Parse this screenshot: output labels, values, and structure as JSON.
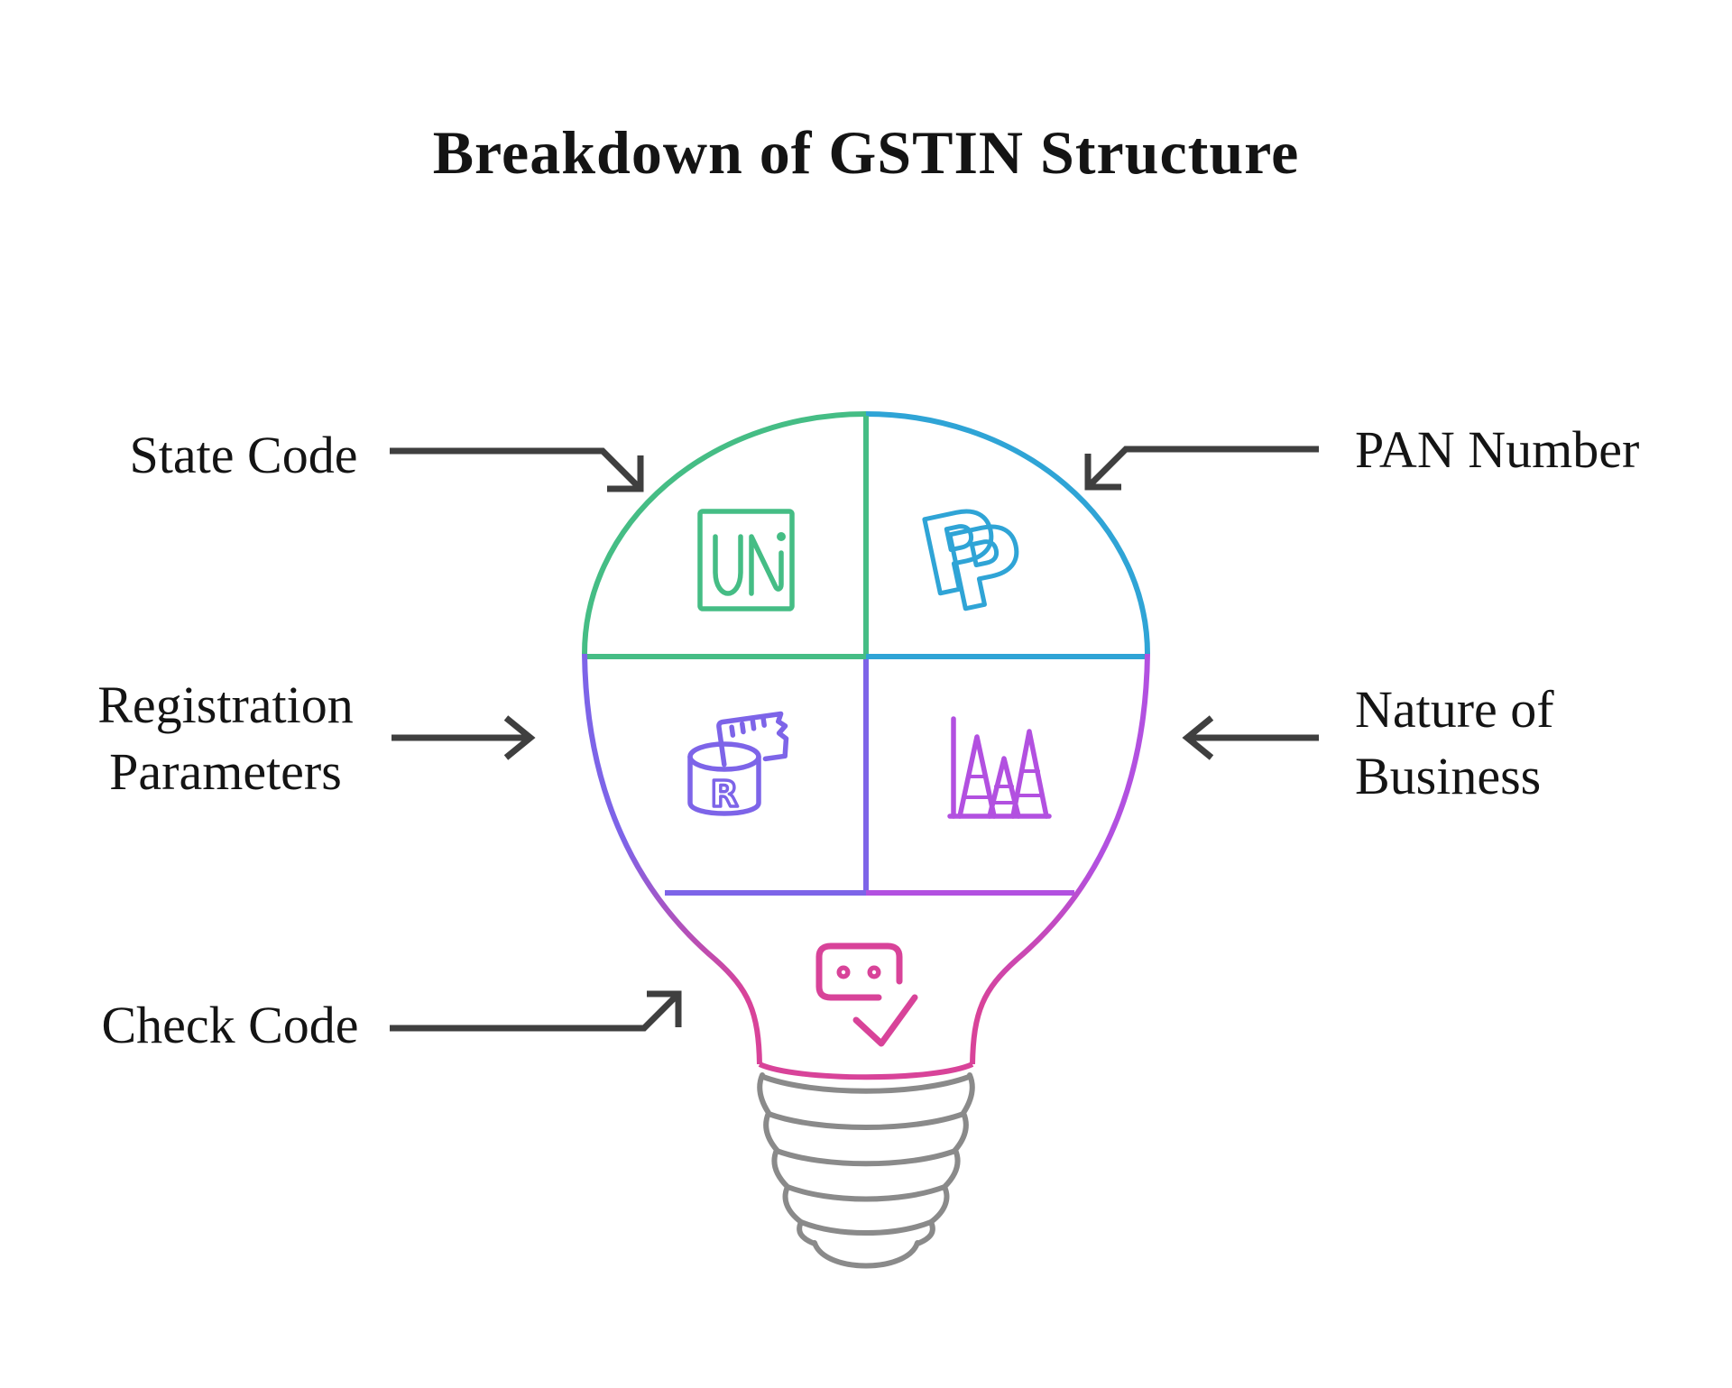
{
  "title": "Breakdown of GSTIN Structure",
  "callouts": {
    "state_code": {
      "label": "State Code"
    },
    "pan_number": {
      "label": "PAN Number"
    },
    "registration": {
      "label": "Registration Parameters",
      "lines": [
        "Registration",
        "Parameters"
      ]
    },
    "nature": {
      "label": "Nature of Business",
      "lines": [
        "Nature of",
        "Business"
      ]
    },
    "check_code": {
      "label": "Check Code"
    }
  },
  "icons": {
    "state_code": "uni-letters-icon",
    "pan_number": "double-p-icon",
    "registration": "database-ticket-icon",
    "nature": "peaks-chart-icon",
    "check_code": "card-check-icon",
    "bulb": "lightbulb-outline",
    "base": "screw-base"
  },
  "colors": {
    "green": "#45bd85",
    "blue": "#2fa4d6",
    "purple": "#7d64e8",
    "violet": "#b250e0",
    "pink": "#d84399",
    "base_gray": "#8a8a8a",
    "arrow": "#3f3f3f",
    "text": "#141414",
    "background": "#ffffff"
  }
}
